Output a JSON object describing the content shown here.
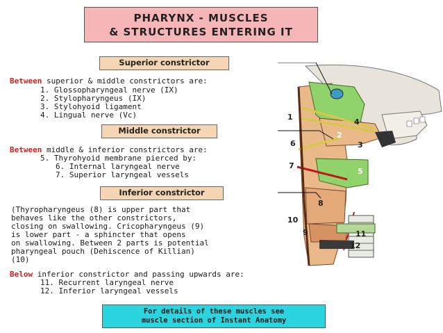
{
  "title": {
    "line1": "PHARYNX - MUSCLES",
    "line2": "& STRUCTURES ENTERING IT"
  },
  "superior_label": "Superior constrictor",
  "between_sup_mid": {
    "keyword": "Between",
    "rest": " superior & middle constrictors are:",
    "items": [
      "1. Glossopharyngeal nerve (IX)",
      "2. Stylopharyngeus (IX)",
      "3. Stylohyoid ligament",
      "4. Lingual nerve (Vc)"
    ]
  },
  "middle_label": "Middle constrictor",
  "between_mid_inf": {
    "keyword": "Between",
    "rest": " middle & inferior constrictors are:",
    "item5": "5. Thyrohyoid membrane pierced by:",
    "sub": [
      "6. Internal laryngeal nerve",
      "7. Superior laryngeal vessels"
    ]
  },
  "inferior_label": "Inferior constrictor",
  "inferior_text": [
    "(Thyropharyngeus (8) is upper part that",
    "behaves like the other constrictors,",
    "closing on swallowing. Cricopharyngeus (9)",
    "is lower part - a sphincter that opens",
    "on swallowing. Between 2 parts is potential",
    "pharyngeal pouch (Dehiscence of Killian)",
    "(10)"
  ],
  "below": {
    "keyword": "Below",
    "rest": " inferior constrictor and passing upwards are:",
    "items": [
      "11. Recurrent laryngeal nerve",
      "12. Inferior laryngeal vessels"
    ]
  },
  "info": {
    "line1": "For details of these muscles see",
    "line2": "muscle section of Instant Anatomy"
  },
  "diagram": {
    "numbers": [
      "1",
      "2",
      "3",
      "4",
      "5",
      "6",
      "7",
      "8",
      "9",
      "10",
      "11",
      "12"
    ]
  },
  "colors": {
    "title_bg": "#f6b6b8",
    "label_bg": "#f4d6b5",
    "info_bg": "#2ad5df",
    "muscle_green": "#8fd36a",
    "muscle_tan": "#e9b98a",
    "emphasis": "#d01e1e"
  }
}
